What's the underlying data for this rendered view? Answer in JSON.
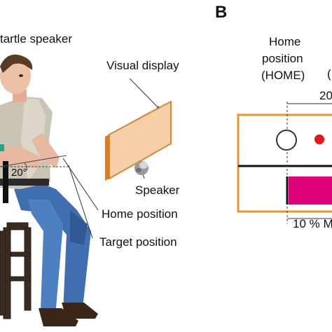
{
  "panel_b": {
    "letter": "B"
  },
  "labels": {
    "startle_speaker": "tartle speaker",
    "visual_display": "Visual display",
    "speaker": "Speaker",
    "home_position": "Home position",
    "target_position": "Target position",
    "angle": "20°"
  },
  "schematic": {
    "home_line1": "Home",
    "home_line2": "position",
    "home_line3": "(HOME)",
    "distance_label": "20",
    "bar_label": "10 % M",
    "edge_char": "(",
    "bar_fraction": 0.1
  },
  "colors": {
    "frame": "#e8962a",
    "bar": "#e0007a",
    "target_dot": "#e8151a",
    "display_face": "#f5cfa6"
  }
}
